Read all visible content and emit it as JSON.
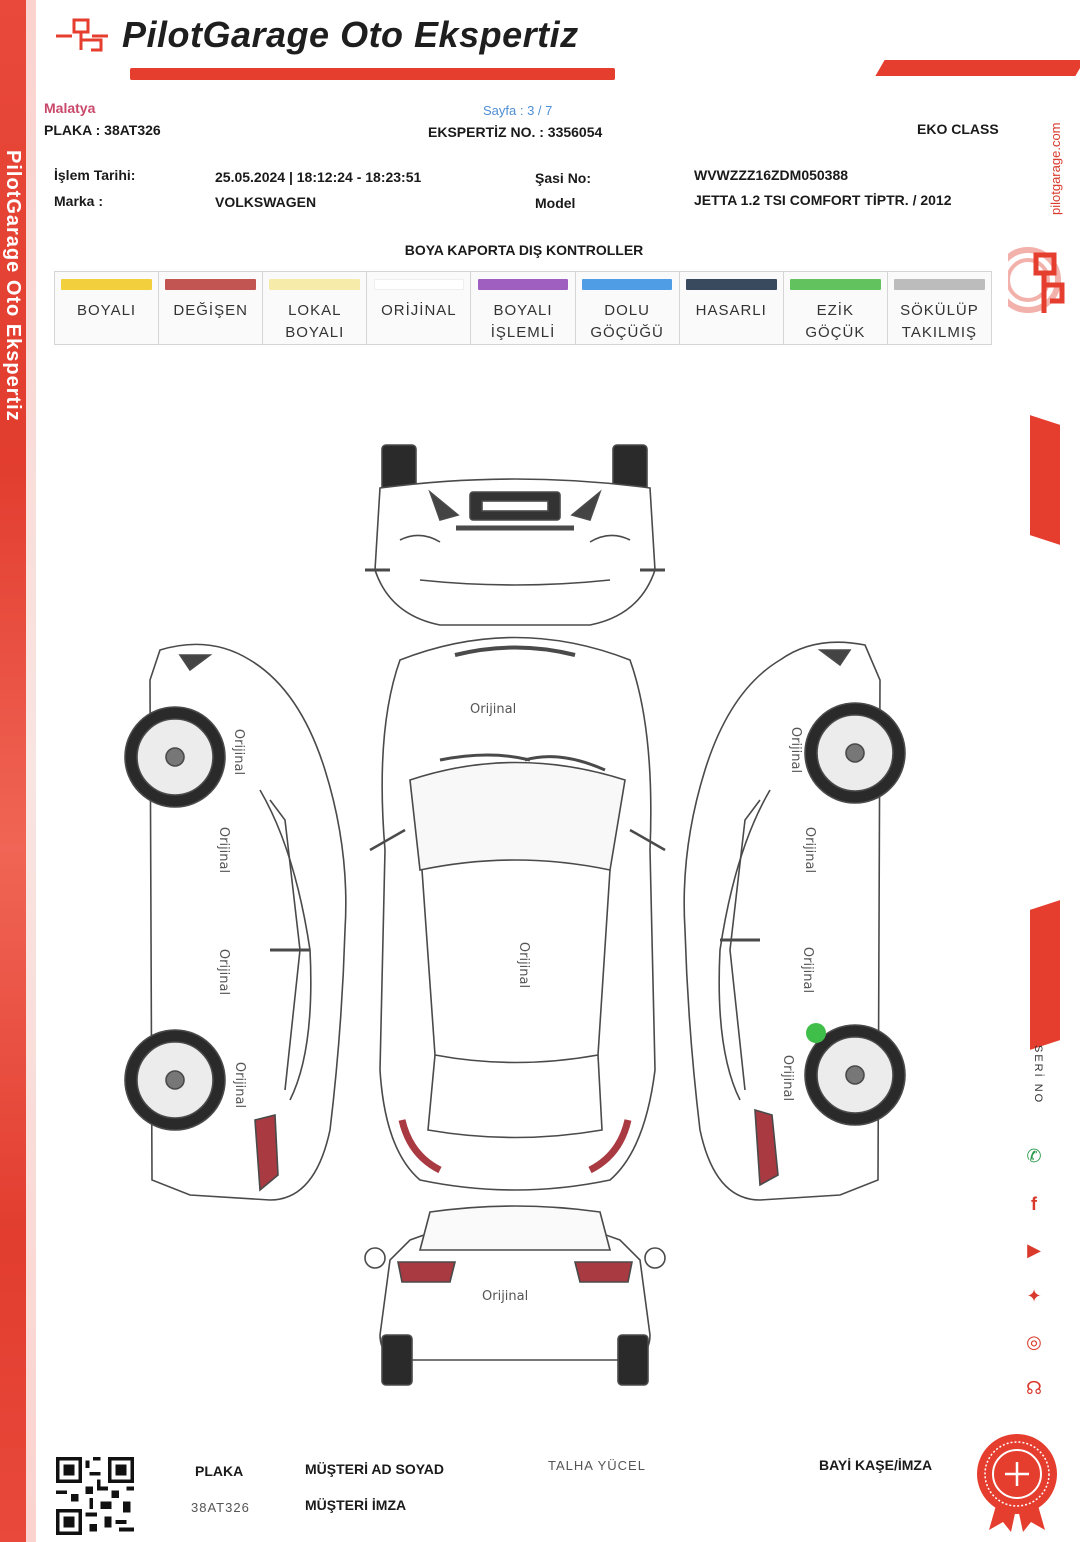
{
  "header": {
    "brand": "PilotGarage Oto Ekspertiz",
    "city": "Malatya",
    "plate_label": "PLAKA :",
    "plate_value": "38AT326",
    "page": "Sayfa : 3 / 7",
    "report_no": "EKSPERTİZ NO. : 3356054",
    "package": "EKO CLASS",
    "side_url": "pilotgarage.com"
  },
  "info": {
    "date_label": "İşlem Tarihi:",
    "date_value": "25.05.2024 | 18:12:24 - 18:23:51",
    "brand_label": "Marka :",
    "brand_value": "VOLKSWAGEN",
    "chassis_label": "Şasi No:",
    "chassis_value": "WVWZZZ16ZDM050388",
    "model_label": "Model",
    "model_value": "JETTA 1.2 TSI COMFORT TİPTR. / 2012"
  },
  "legend": {
    "title": "BOYA KAPORTA DIŞ KONTROLLER",
    "items": [
      {
        "label": "BOYALI",
        "color": "#f2cf3c"
      },
      {
        "label": "DEĞİŞEN",
        "color": "#c25451"
      },
      {
        "label": "LOKAL\nBOYALI",
        "color": "#f7ebaa"
      },
      {
        "label": "ORİJİNAL",
        "color": "#ffffff"
      },
      {
        "label": "BOYALI\nİŞLEMLİ",
        "color": "#9f5fc1"
      },
      {
        "label": "DOLU\nGÖÇÜĞÜ",
        "color": "#4f9ee5"
      },
      {
        "label": "HASARLI",
        "color": "#3a4a5e"
      },
      {
        "label": "EZİK\nGÖÇÜK",
        "color": "#62c25e"
      },
      {
        "label": "SÖKÜLÜP\nTAKILMIŞ",
        "color": "#bcbcbc"
      }
    ]
  },
  "diagram": {
    "labels": {
      "hood": "Orijinal",
      "roof": "Orijinal",
      "trunk": "Orijinal",
      "left_front_fender": "Orijinal",
      "left_front_door": "Orijinal",
      "left_rear_door": "Orijinal",
      "left_rear_fender": "Orijinal",
      "right_front_fender": "Orijinal",
      "right_front_door": "Orijinal",
      "right_rear_door": "Orijinal",
      "right_rear_fender": "Orijinal"
    },
    "marker_color": "#3fbe4a"
  },
  "footer": {
    "plate_label": "PLAKA",
    "plate_value": "38AT326",
    "customer_label": "MÜŞTERİ AD SOYAD",
    "customer_value": "TALHA YÜCEL",
    "signature_label": "MÜŞTERİ İMZA",
    "dealer_label": "BAYİ KAŞE/İMZA",
    "serial_label": "SERİ NO"
  },
  "colors": {
    "accent": "#e53d2e",
    "text": "#1a1a1a"
  }
}
